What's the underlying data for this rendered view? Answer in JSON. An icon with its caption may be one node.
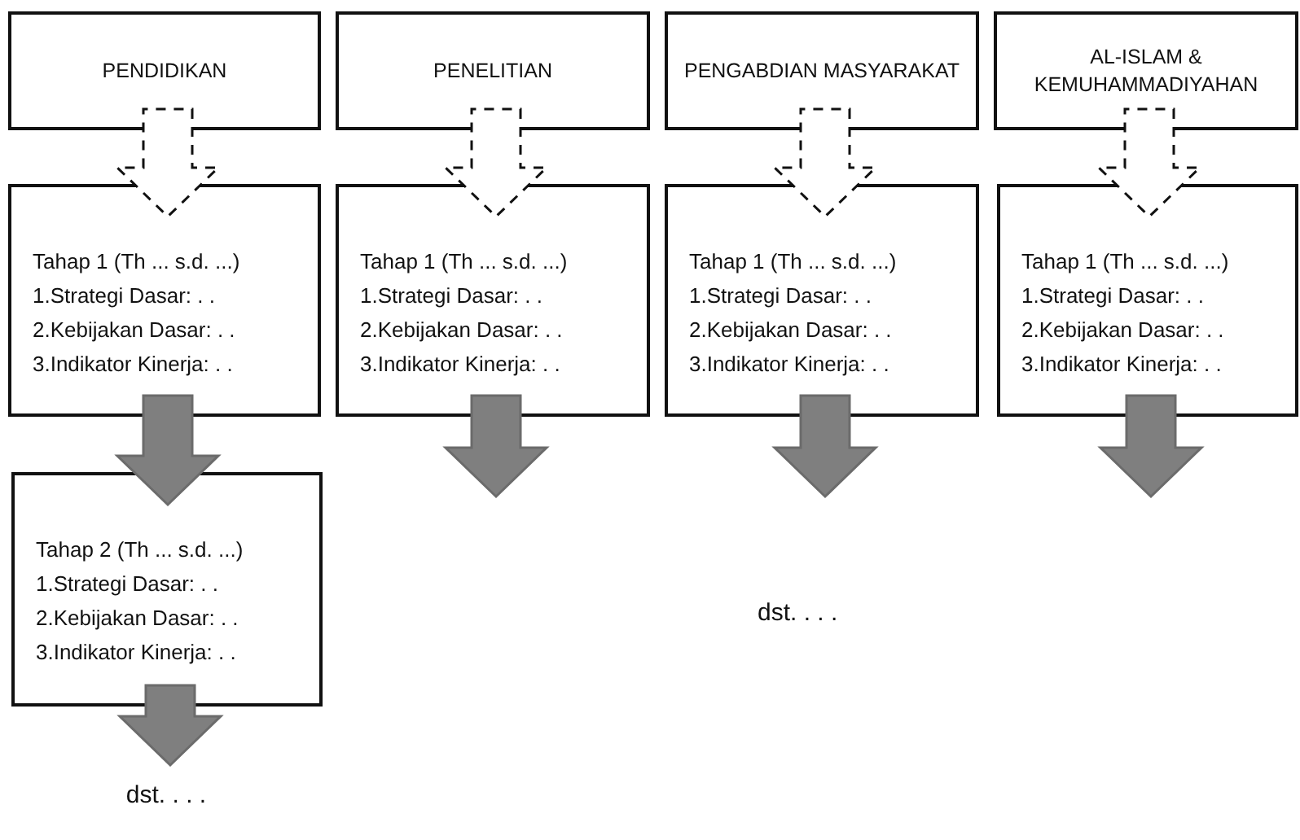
{
  "diagram": {
    "nodes": [
      {
        "text": [
          "PENDIDIKAN"
        ]
      },
      {
        "text": [
          "PENELITIAN"
        ]
      },
      {
        "text": [
          "PENGABDIAN MASYARAKAT"
        ]
      },
      {
        "text": [
          "AL-ISLAM & KEMUHAMMADIYAHAN"
        ]
      },
      {
        "text": [
          "Tahap 1 (Th ... s.d. ...)",
          "1.Strategi Dasar: . .",
          "2.Kebijakan Dasar: . .",
          "3.Indikator Kinerja: . ."
        ]
      },
      {
        "text": [
          "Tahap 1 (Th ... s.d. ...)",
          "1.Strategi Dasar: . .",
          "2.Kebijakan Dasar: . .",
          "3.Indikator Kinerja: . ."
        ]
      },
      {
        "text": [
          "Tahap 1 (Th ... s.d. ...)",
          "1.Strategi Dasar: . .",
          "2.Kebijakan Dasar: . .",
          "3.Indikator Kinerja: . ."
        ]
      },
      {
        "text": [
          "Tahap 1 (Th ... s.d. ...)",
          "1.Strategi Dasar: . .",
          "2.Kebijakan Dasar: . .",
          "3.Indikator Kinerja: . ."
        ]
      },
      {
        "text": [
          "Tahap 2 (Th ... s.d. ...)",
          "1.Strategi Dasar: . .",
          "2.Kebijakan Dasar: . .",
          "3.Indikator Kinerja: . ."
        ]
      },
      {
        "text": [
          "dst. . . ."
        ]
      }
    ],
    "edges": [
      {
        "from": 0,
        "to": 4,
        "arrow": "to",
        "style": "dashed"
      },
      {
        "from": 1,
        "to": 5,
        "arrow": "to",
        "style": "dashed"
      },
      {
        "from": 2,
        "to": 6,
        "arrow": "to",
        "style": "dashed"
      },
      {
        "from": 3,
        "to": 7,
        "arrow": "to",
        "style": "dashed"
      },
      {
        "from": 4,
        "to": 8,
        "arrow": "to"
      },
      {
        "from": 5,
        "to": null,
        "arrow": "to"
      },
      {
        "from": 6,
        "to": null,
        "arrow": "to"
      },
      {
        "from": 7,
        "to": null,
        "arrow": "to"
      },
      {
        "from": 8,
        "to": 9,
        "arrow": "to"
      }
    ],
    "labels": [
      "dst. . . ."
    ]
  }
}
